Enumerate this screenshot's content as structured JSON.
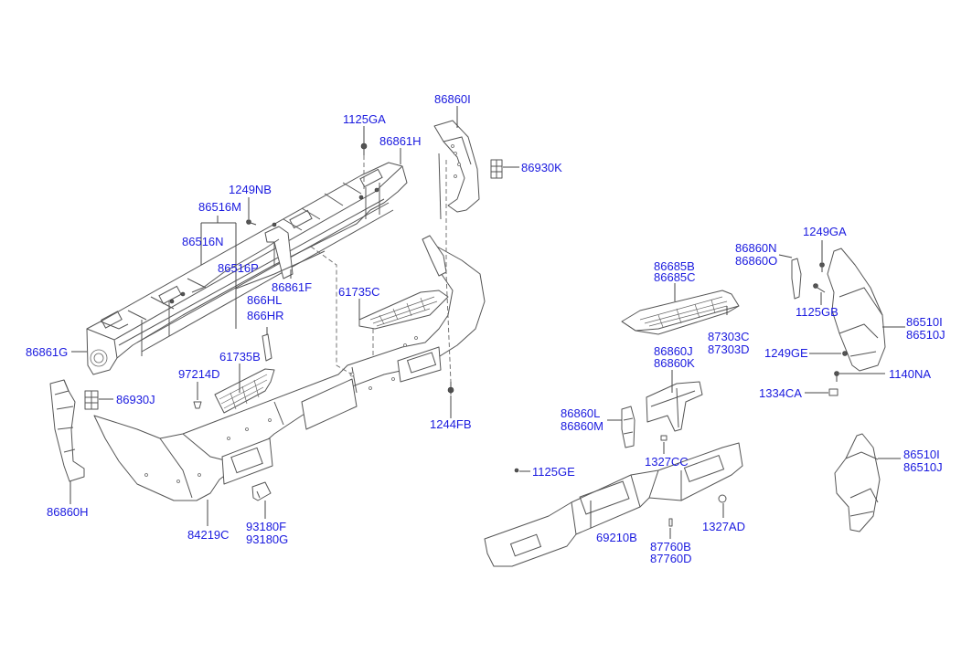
{
  "diagram": {
    "title": "Rear bumper assembly parts diagram",
    "label_color": "#1a1adf",
    "line_color": "#555555",
    "labels": [
      {
        "id": "1125GA",
        "lines": [
          "1125GA"
        ]
      },
      {
        "id": "86861H",
        "lines": [
          "86861H"
        ]
      },
      {
        "id": "86860I",
        "lines": [
          "86860I"
        ]
      },
      {
        "id": "86930K",
        "lines": [
          "86930K"
        ]
      },
      {
        "id": "1249NB",
        "lines": [
          "1249NB"
        ]
      },
      {
        "id": "86516M",
        "lines": [
          "86516M"
        ]
      },
      {
        "id": "86516N",
        "lines": [
          "86516N"
        ]
      },
      {
        "id": "86516P",
        "lines": [
          "86516P"
        ]
      },
      {
        "id": "86861F",
        "lines": [
          "86861F"
        ]
      },
      {
        "id": "866HL",
        "lines": [
          "866HL",
          "866HR"
        ]
      },
      {
        "id": "61735C",
        "lines": [
          "61735C"
        ]
      },
      {
        "id": "61735B",
        "lines": [
          "61735B"
        ]
      },
      {
        "id": "86861G",
        "lines": [
          "86861G"
        ]
      },
      {
        "id": "97214D",
        "lines": [
          "97214D"
        ]
      },
      {
        "id": "86930J",
        "lines": [
          "86930J"
        ]
      },
      {
        "id": "1244FB",
        "lines": [
          "1244FB"
        ]
      },
      {
        "id": "86860H",
        "lines": [
          "86860H"
        ]
      },
      {
        "id": "84219C",
        "lines": [
          "84219C"
        ]
      },
      {
        "id": "93180F",
        "lines": [
          "93180F",
          "93180G"
        ]
      },
      {
        "id": "86685B",
        "lines": [
          "86685B",
          "86685C"
        ]
      },
      {
        "id": "87303C",
        "lines": [
          "87303C",
          "87303D"
        ]
      },
      {
        "id": "86860N",
        "lines": [
          "86860N",
          "86860O"
        ]
      },
      {
        "id": "1249GA",
        "lines": [
          "1249GA"
        ]
      },
      {
        "id": "1125GB",
        "lines": [
          "1125GB"
        ]
      },
      {
        "id": "86510I_a",
        "lines": [
          "86510I",
          "86510J"
        ]
      },
      {
        "id": "1249GE",
        "lines": [
          "1249GE"
        ]
      },
      {
        "id": "1140NA",
        "lines": [
          "1140NA"
        ]
      },
      {
        "id": "1334CA",
        "lines": [
          "1334CA"
        ]
      },
      {
        "id": "86860J",
        "lines": [
          "86860J",
          "86860K"
        ]
      },
      {
        "id": "86860L",
        "lines": [
          "86860L",
          "86860M"
        ]
      },
      {
        "id": "1327CC",
        "lines": [
          "1327CC"
        ]
      },
      {
        "id": "1125GE",
        "lines": [
          "1125GE"
        ]
      },
      {
        "id": "69210B",
        "lines": [
          "69210B"
        ]
      },
      {
        "id": "87760B",
        "lines": [
          "87760B",
          "87760D"
        ]
      },
      {
        "id": "1327AD",
        "lines": [
          "1327AD"
        ]
      },
      {
        "id": "86510I_b",
        "lines": [
          "86510I",
          "86510J"
        ]
      }
    ]
  }
}
